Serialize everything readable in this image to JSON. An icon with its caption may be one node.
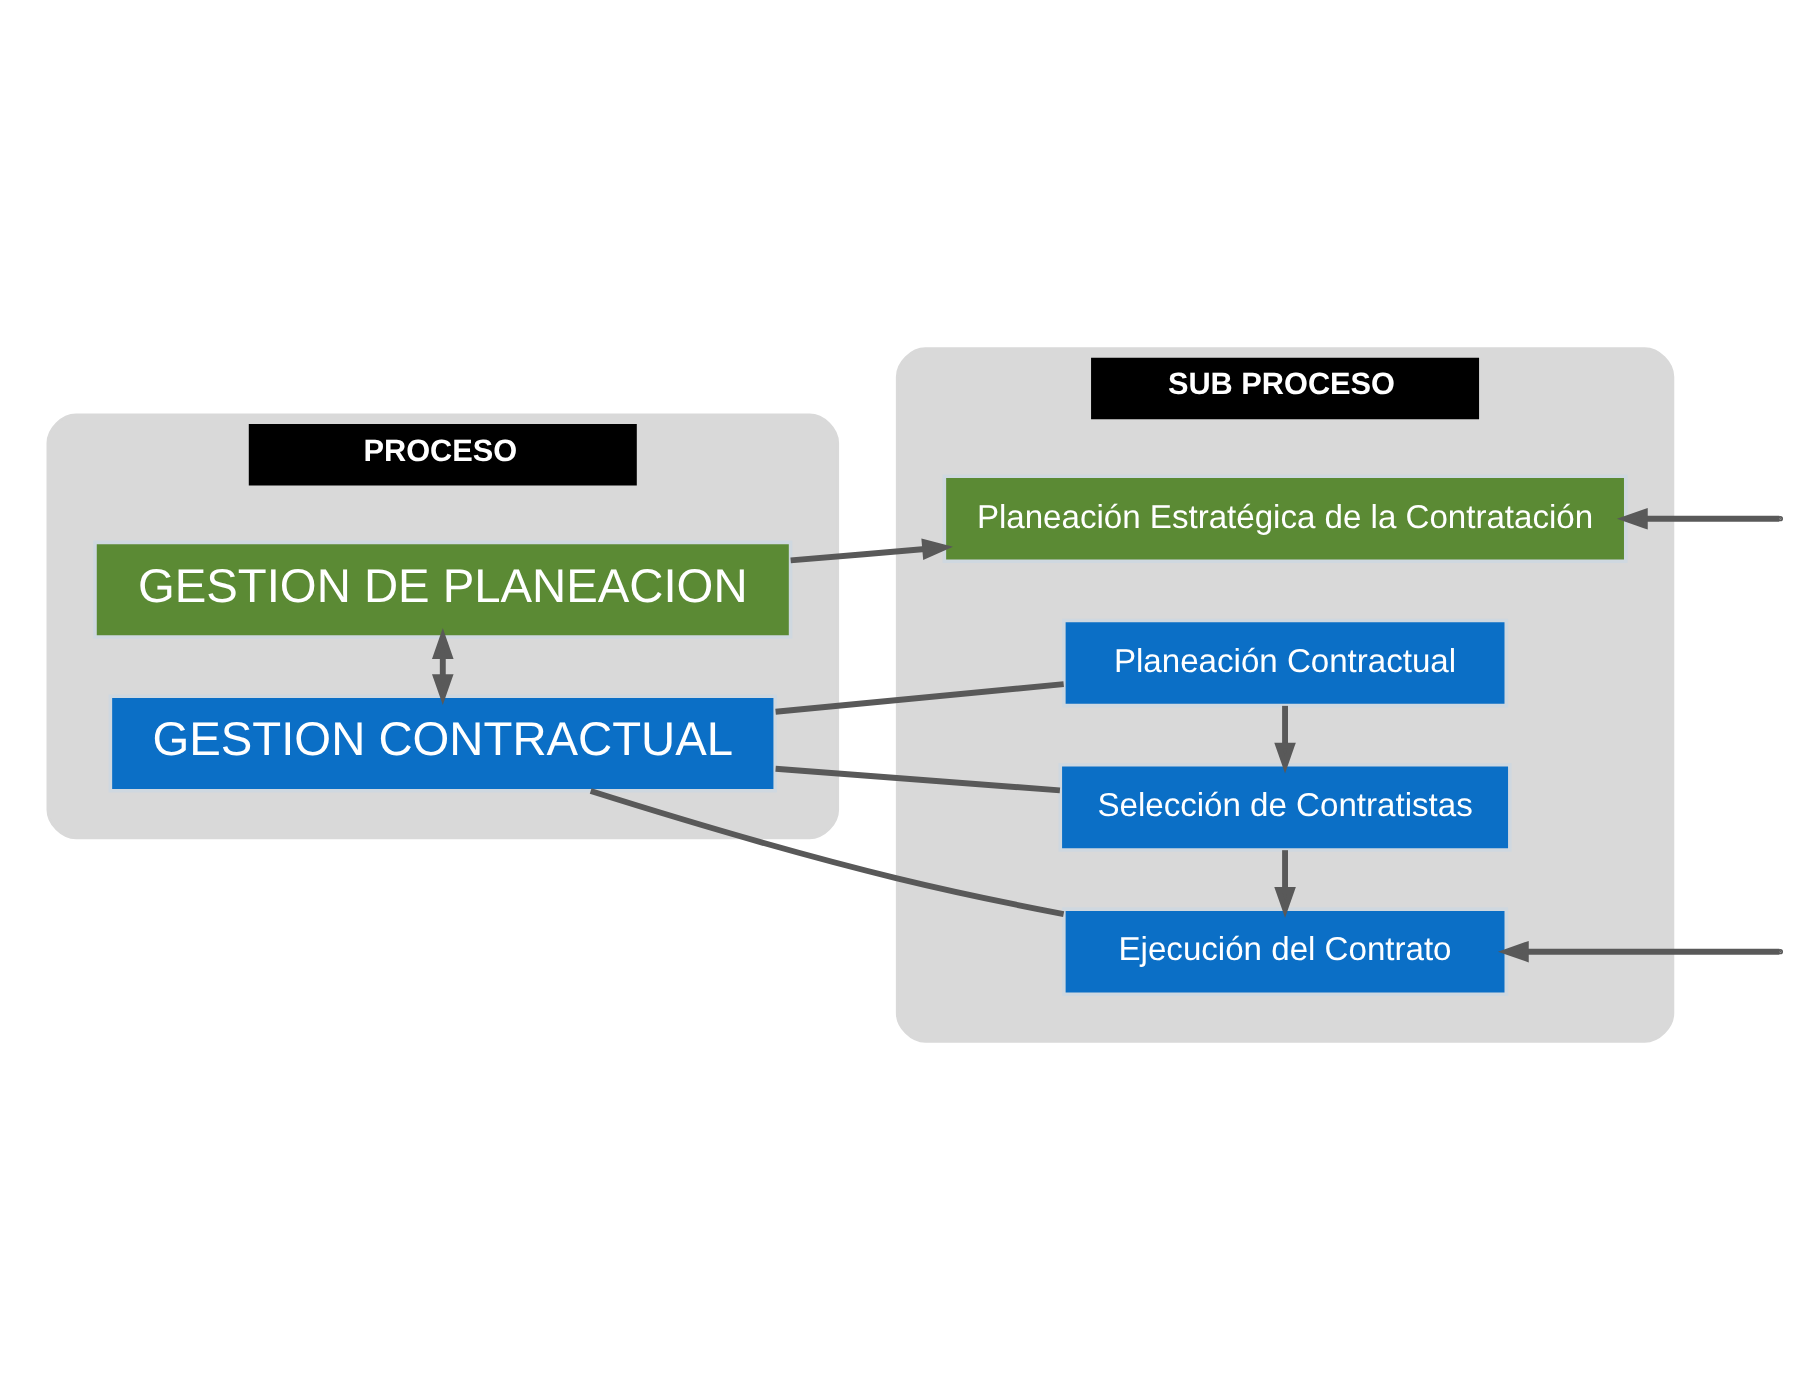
{
  "diagram": {
    "nodes": [
      {
        "text": [
          "PROCESO"
        ]
      },
      {
        "text": [
          "SUB PROCESO"
        ]
      },
      {
        "text": [
          "GESTION DE PLANEACION"
        ],
        "in": 0
      },
      {
        "text": [
          "Planeación Estratégica de la Contratación"
        ],
        "in": 1
      },
      {
        "text": [
          "Planeación Contractual"
        ],
        "in": 1
      },
      {
        "text": [
          "GESTION CONTRACTUAL"
        ],
        "in": 0
      },
      {
        "text": [
          "Selección de Contratistas"
        ],
        "in": 1
      },
      {
        "text": [
          "Ejecución del Contrato"
        ],
        "in": 1
      }
    ],
    "edges": [
      {
        "from": 2,
        "to": 5,
        "arrow": "both"
      },
      {
        "from": 2,
        "to": 3,
        "arrow": "to"
      },
      {
        "from": null,
        "to": 3,
        "arrow": "to"
      },
      {
        "from": 5,
        "to": 4,
        "arrow": "none"
      },
      {
        "from": 5,
        "to": 6,
        "arrow": "none"
      },
      {
        "from": 5,
        "to": 7,
        "arrow": "none"
      },
      {
        "from": 4,
        "to": 6,
        "arrow": "to"
      },
      {
        "from": 6,
        "to": 7,
        "arrow": "to"
      },
      {
        "from": null,
        "to": 7,
        "arrow": "to"
      }
    ]
  }
}
